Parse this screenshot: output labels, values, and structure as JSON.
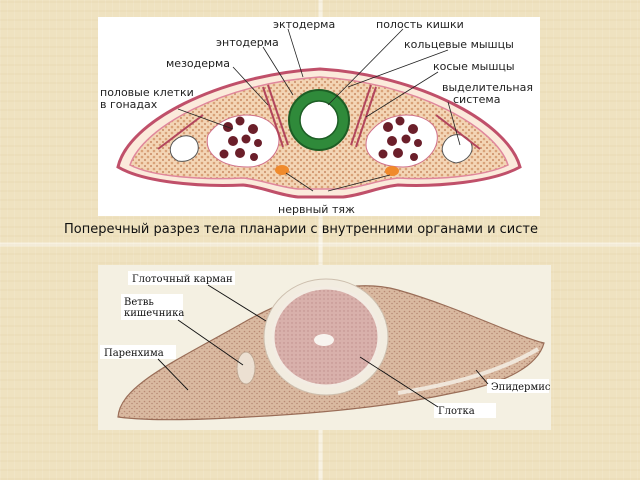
{
  "caption": "Поперечный разрез тела планарии с внутренними органами и систе",
  "top_diagram": {
    "labels": {
      "ectoderm": "эктодерма",
      "gut_cavity": "полость кишки",
      "endoderm": "энтодерма",
      "circular_muscles": "кольцевые мышцы",
      "mesoderm": "мезодерма",
      "oblique_muscles": "косые мышцы",
      "germ_cells_line1": "половые клетки",
      "germ_cells_line2": "в гонадах",
      "excretory_line1": "выделительная",
      "excretory_line2": "система",
      "nerve_cord": "нервный тяж"
    }
  },
  "bottom_micrograph": {
    "labels": {
      "pharyngeal_pocket": "Глоточный карман",
      "gut_branch_line1": "Ветвь",
      "gut_branch_line2": "кишечника",
      "parenchyma": "Паренхима",
      "epidermis": "Эпидермис",
      "pharynx": "Глотка"
    }
  }
}
